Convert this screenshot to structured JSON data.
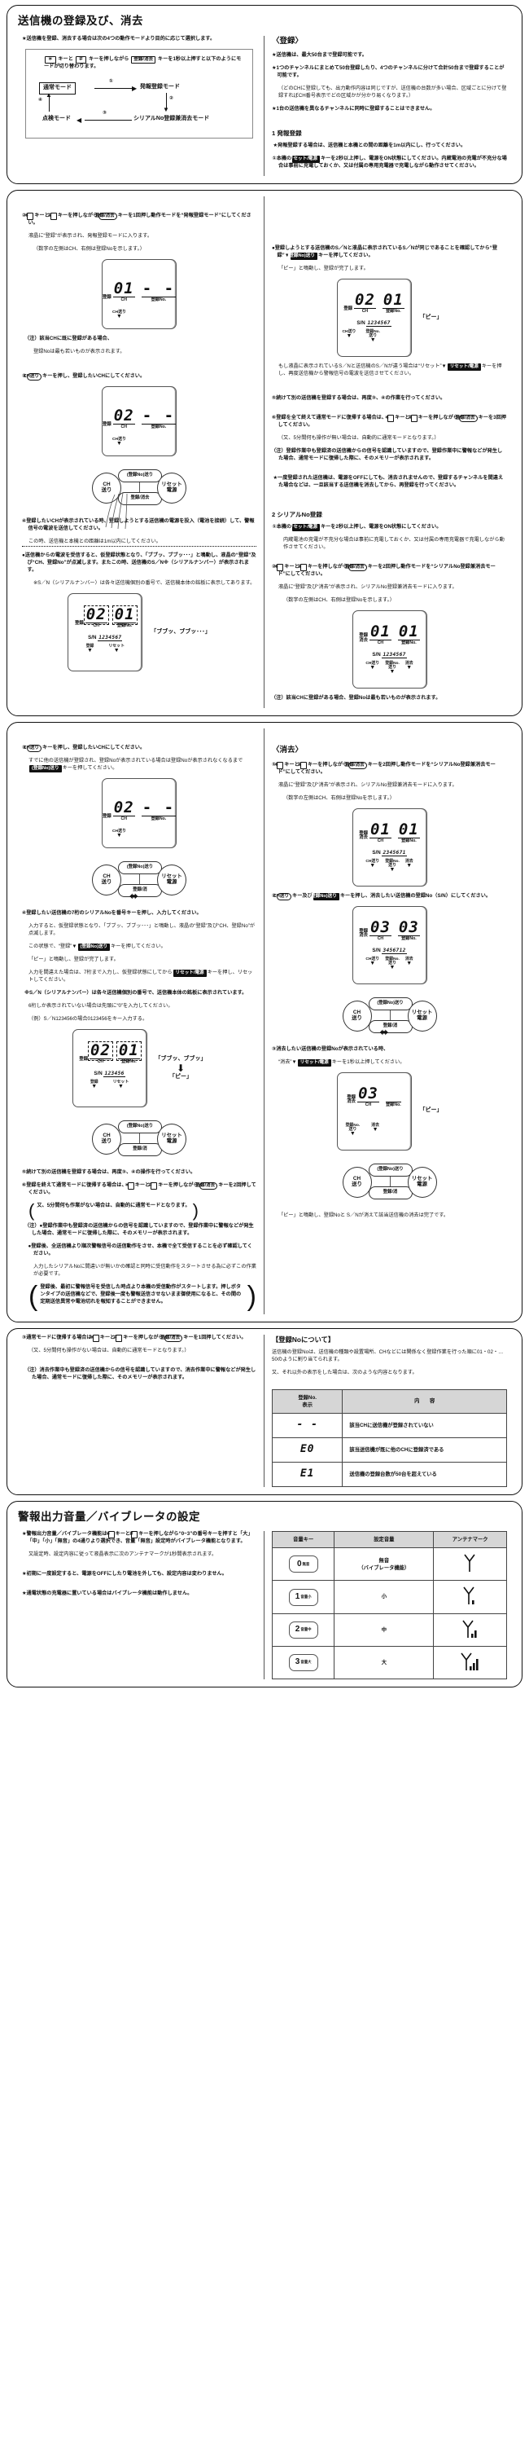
{
  "panel1": {
    "title": "送信機の登録及び、消去",
    "left": {
      "lead": "★送信機を登録、消去する場合は次の4つの動作モードより目的に応じて選択します。",
      "flow_text_1": "キーと",
      "flow_text_2": "キーを押しながら",
      "flow_text_3": "キーを1秒以上押すと以下のようにモードが切り替わります。",
      "keys": {
        "star": "＊",
        "hash": "＃",
        "reg_del": "登録/消去"
      },
      "nodes": {
        "normal": "通常モード",
        "report_reg": "発報登録モード",
        "serial_reg_del": "シリアルNo登録兼消去モード",
        "inspect": "点検モード"
      },
      "marks": {
        "n1": "①",
        "n2": "②",
        "n3": "③",
        "n4": "④"
      }
    },
    "right": {
      "head": "〈登録〉",
      "p1": "★送信機は、最大50台まで登録可能です。",
      "p2": "★1つのチャンネルにまとめて50台登録したり、4つのチャンネルに分けて合計50台まで登録することが可能です。",
      "p2b": "（どのCHに登録しても、出力動作内容は同じですが、送信機の台数が多い場合、区域ごとに分けて登録すればCH番号表示でどの区域かが分かり易くなります。）",
      "p3": "★1台の送信機を異なるチャンネルに同時に登録することはできません。",
      "sec1": "1 発報登録",
      "p4": "★発報登録する場合は、送信機と本機との間の距離を1m以内にし、行ってください。",
      "p5_a": "①本機の",
      "p5_key": "リセット/電源",
      "p5_b": "キーを2秒以上押し、電源をON状態にしてください。内蔵電池の充電が不充分な場合は事前に充電しておくか、又は付属の専用充電器で充電しながら動作させてください。"
    }
  },
  "panel2": {
    "left": {
      "step2_a": "②",
      "step2_key_star": "＊",
      "step2_b": "キーと",
      "step2_key_hash": "＃",
      "step2_c": "キーを押しながら",
      "step2_key_rd": "登録/消去",
      "step2_d": "キーを1回押し動作モードを“発報登録モード”にしてください。",
      "step2_e": "液晶に“登録”が表示され、発報登録モードに入ります。",
      "step2_f": "（数字の左側はCH、右側は登録Noを示します。）",
      "lcd1": {
        "tag": "登録",
        "ch": "01",
        "no": "- -",
        "ch_lbl": "CH",
        "no_lbl": "登録No.",
        "arrow1": "CH送り"
      },
      "note1_a": "（注）該当CHに既に登録がある場合、",
      "note1_b": "登録Noは最も若いものが表示されます。",
      "step3_a": "③",
      "step3_key": "CH送り",
      "step3_b": "キーを押し、登録したいCHにしてください。",
      "lcd2": {
        "tag": "登録",
        "ch": "02",
        "no": "- -",
        "ch_lbl": "CH",
        "no_lbl": "登録No.",
        "arrow1": "CH送り"
      },
      "pad": {
        "left": "CH\n送り",
        "top": "(登録No)送り",
        "bottom": "登録/消去",
        "right": "リセット\n電源"
      },
      "step4_a": "④登録したいCHが表示されている時、登録しようとする送信機の電源を投入（電池を接続）して、警報信号の電波を送信してください。",
      "step4_b": "この時、送信機と本機との距離は1m以内にしてください。",
      "step4_c": "●送信機からの電波を受信すると、仮登録状態となり、「ブブッ、ブブッ･･･」と鳴動し、液晶の“登録”及び“CH、登録No”が点滅します。またこの時、送信機のS／N※（シリアルナンバー）が表示されます。",
      "step4_d": "※S／N（シリアルナンバー）は各々送信機個別の番号で、送信機本体の銘板に表示してあります。",
      "lcd3": {
        "tag": "登録",
        "ch": "02",
        "no": "01",
        "ch_lbl": "CH",
        "no_lbl": "登録No.",
        "sn_lbl": "S/N",
        "sn": "1234567",
        "arrow1": "登録",
        "arrow2": "リセット",
        "beep": "「ブブッ、ブブッ･･･」"
      }
    },
    "right": {
      "c1_a": "●登録しようとする送信機のS／Nと液晶に表示されているS／Nが同じであることを確認してから“登録”▼",
      "c1_key": "(登録No)送り",
      "c1_b": "キーを押してください。",
      "c1_c": "「ピー」と鳴動し、登録が完了します。",
      "lcd4": {
        "tag": "登録",
        "ch": "02",
        "no": "01",
        "ch_lbl": "CH",
        "no_lbl": "登録No.",
        "sn_lbl": "S/N",
        "sn": "1234567",
        "arrow1": "CH送り",
        "arrow2": "登録No.\n送り",
        "beep": "「ピー」"
      },
      "c2_a": "もし液晶に表示されているS／Nと送信機のS／Nが違う場合は“リセット”▼",
      "c2_key": "リセット/電源",
      "c2_b": "キーを押し、再度送信機から警報信号の電波を送信させてください。",
      "c5": "⑤続けて別の送信機を登録する場合は、再度③、④の作業を行ってください。",
      "c6_a": "⑥登録を全て終えて通常モードに復帰する場合は、",
      "c6_k1": "＊",
      "c6_b": "キーと",
      "c6_k2": "＃",
      "c6_c": "キーを押しながら",
      "c6_k3": "登録/消去",
      "c6_d": "キーを3回押してください。",
      "c6_e": "（又、5分間何も操作が無い場合は、自動的に通常モードとなります。）",
      "c7": "（注）登録作業中も登録済の送信機からの信号を認識していますので、登録作業中に警報などが発生した場合、通常モードに復帰した際に、そのメモリーが表示されます。",
      "c8": "★一度登録された送信機は、電源をOFFにしても、消去されませんので、登録するチャンネルを間違えた場合などは、一旦該当する送信機を消去してから、再登録を行ってください。",
      "sec2": "2 シリアルNo登録",
      "d1_a": "①本機の",
      "d1_key": "リセット/電源",
      "d1_b": "キーを2秒以上押し、電源をON状態にしてください。",
      "d1_c": "内蔵電池の充電が不充分な場合は事前に充電しておくか、又は付属の専用充電器で充電しながら動作させてください。",
      "d2_a": "②",
      "d2_k1": "＊",
      "d2_b": "キーと",
      "d2_k2": "＃",
      "d2_c": "キーを押しながら",
      "d2_k3": "登録/消去",
      "d2_d": "キーを2回押し動作モードを“シリアルNo登録兼消去モード”にしてください。",
      "d2_e": "液晶に“登録”及び“消去”が表示され、シリアルNo登録兼消去モードに入ります。",
      "d2_f": "（数字の左側はCH、右側は登録Noを示します。）",
      "lcd5": {
        "tag1": "登録",
        "tag2": "消去",
        "ch": "01",
        "no": "01",
        "ch_lbl": "CH",
        "no_lbl": "登録No.",
        "sn_lbl": "S/N",
        "sn": "1234567",
        "arrow1": "CH送り",
        "arrow2": "登録No.\n送り",
        "arrow3": "消去"
      },
      "d3": "（注）該当CHに登録がある場合、登録Noは最も若いものが表示されます。"
    }
  },
  "panel3": {
    "left": {
      "e3_a": "③",
      "e3_key": "CH送り",
      "e3_b": "キーを押し、登録したいCHにしてください。",
      "e3_c": "すでに他の送信機が登録され、登録Noが表示されている場合は登録Noが表示されなくなるまで",
      "e3_key2": "(登録No)送り",
      "e3_d": "キーを押してください。",
      "lcd6": {
        "tag": "登録",
        "ch": "02",
        "no": "- -",
        "ch_lbl": "CH",
        "no_lbl": "登録No.",
        "arrow1": "CH送り"
      },
      "pad": {
        "left": "CH\n送り",
        "top": "(登録No)送り",
        "bottom": "登録/消",
        "right": "リセット\n電源"
      },
      "e4_a": "④登録したい送信機の7桁のシリアルNoを番号キーを押し、入力してください。",
      "e4_b": "入力すると、仮登録状態となり、「ブブッ、ブブッ･･･」と鳴動し、液晶の“登録”及び“CH、登録No”が点滅します。",
      "e4_c": "この状態で、“登録”▼",
      "e4_key": "(登録No)送り",
      "e4_d": "キーを押してください。",
      "e4_e": "「ピー」と鳴動し、登録が完了します。",
      "e4_f": "入力を間違えた場合は、7桁まで入力し、仮登録状態にしてから",
      "e4_key2": "リセット/電源",
      "e4_g": "キーを押し、リセットしてください。",
      "e4_h": "※S／N（シリアルナンバー）は各々送信機個別の番号で、送信機本体の銘板に表示されています。",
      "e4_i": "6桁しか表示されていない場合は先頭に“0”を入力してください。",
      "e4_j": "（例）S／N123456の場合0123456をキー入力する。",
      "lcd7": {
        "tag": "登録",
        "ch": "02",
        "no": "01",
        "ch_lbl": "CH",
        "no_lbl": "登録No.",
        "sn_lbl": "S/N",
        "sn": "123456",
        "arrow1": "登録",
        "arrow2": "リセット",
        "beep1": "「ブブッ、ブブッ」",
        "beep2": "「ピー」"
      },
      "e5": "⑤続けて別の送信機を登録する場合は、再度③、④の操作を行ってください。",
      "e6_a": "⑥登録を終えて通常モードに復帰する場合は、",
      "e6_k1": "＊",
      "e6_b": "キーと",
      "e6_k2": "＃",
      "e6_c": "キーを押しながら",
      "e6_k3": "登録/消去",
      "e6_d": "キーを2回押してください。",
      "e6_e": "又、5分間何も作業がない場合は、自動的に通常モードとなります。",
      "e7_a": "（注）●登録作業中も登録済の送信機からの信号を認識していますので、登録作業中に警報などが発生した場合、通常モードに復帰した際に、そのメモリーが表示されます。",
      "e7_b": "●登録後、全送信機より順次警報信号の送信動作をさせ、本機で全て受信することを必ず確認してください。",
      "e7_c": "入力したシリアルNoに間違いが無いかの確認と同時に受信動作をスタートさせる為に必ずこの作業が必要です。",
      "e8": "登録後、最初に警報信号を受信した時点より本機の受信動作がスタートします。押しボタンタイプの送信機などで、登録後一度も警報送信させないまま御使用になると、その間の定期送信異常や電池切れを報知することができません。"
    },
    "right": {
      "head": "〈消去〉",
      "f1_a": "①",
      "f1_k1": "＊",
      "f1_b": "キーと",
      "f1_k2": "＃",
      "f1_c": "キーを押しながら",
      "f1_k3": "登録/消去",
      "f1_d": "キーを2回押し動作モードを“シリアルNo登録兼消去モード”にしてください。",
      "f1_e": "液晶に“登録”及び“消去”が表示され、シリアルNo登録兼消去モードに入ります。",
      "f1_f": "（数字の左側はCH、右側は登録Noを示します。）",
      "lcd8": {
        "tag1": "登録",
        "tag2": "消去",
        "ch": "01",
        "no": "01",
        "ch_lbl": "CH",
        "no_lbl": "登録No.",
        "sn_lbl": "S/N",
        "sn": "2345671",
        "arrow1": "CH送り",
        "arrow2": "登録No.\n送り",
        "arrow3": "消去"
      },
      "f2_a": "②",
      "f2_key1": "CH送り",
      "f2_b": "キー及び",
      "f2_key2": "(登録No)送り",
      "f2_c": "キーを押し、消去したい送信機の登録No（S/N）にしてください。",
      "lcd9": {
        "tag1": "登録",
        "tag2": "消去",
        "ch": "03",
        "no": "03",
        "ch_lbl": "CH",
        "no_lbl": "登録No.",
        "sn_lbl": "S/N",
        "sn": "3456712",
        "arrow1": "CH送り",
        "arrow2": "登録No.\n送り",
        "arrow3": "消去"
      },
      "pad": {
        "left": "CH\n送り",
        "top": "(登録No)送り",
        "bottom": "登録/消",
        "right": "リセット\n電源"
      },
      "f3_a": "③消去したい送信機の登録Noが表示されている時、",
      "f3_b": "“消去”▼",
      "f3_key": "リセット/電源",
      "f3_c": "キーを1秒以上押してください。",
      "lcd10": {
        "tag1": "登録",
        "tag2": "消去",
        "ch": "03",
        "no": "",
        "ch_lbl": "CH",
        "no_lbl": "登録No.",
        "arrow1": "登録No.\n送り",
        "arrow2": "消去",
        "beep": "「ピー」"
      },
      "f4": "「ピー」と鳴動し、登録Noと S／Nが消えて該当送信機の消去は完了です。"
    }
  },
  "panel4": {
    "left": {
      "g1_a": "③通常モードに復帰する場合は",
      "g1_k1": "＊",
      "g1_b": "キーと",
      "g1_k2": "＃",
      "g1_c": "キーを押しながら",
      "g1_k3": "登録/消去",
      "g1_d": "キーを1回押してください。",
      "g1_e": "（又、5分間何も操作がない場合は、自動的に通常モードとなります。）",
      "g2": "（注）消去作業中も登録済の送信機からの信号を認識していますので、消去作業中に警報などが発生した場合、通常モードに復帰した際に、そのメモリーが表示されます。"
    },
    "right": {
      "head": "【登録Noについて】",
      "p1": "送信機の登録Noは、送信機の種類や設置場所、CHなどには関係なく登録作業を行った順に01・02・…50のように割り当てられます。",
      "p2": "又、それ以外の表示をした場合は、次のような内容となります。",
      "table": {
        "headers": [
          "登録No.\n表示",
          "内　　容"
        ],
        "rows": [
          {
            "code": "- -",
            "desc": "該当CHに送信機が登録されていない"
          },
          {
            "code": "E0",
            "desc": "該当送信機が既に他のCHに登録済である"
          },
          {
            "code": "E1",
            "desc": "送信機の登録台数が50台を超えている"
          }
        ]
      }
    }
  },
  "panel5": {
    "title": "警報出力音量／バイブレータの設定",
    "left": {
      "p1_a": "★警報出力音量／バイブレータ機能は",
      "p1_k1": "＊",
      "p1_b": "キーと",
      "p1_k2": "＃",
      "p1_c": "キーを押しながら“0~3”の番号キーを押すと「大」「中」「小」「無音」の4通りより選択でき、音量「無音」設定時がバイブレータ機能となります。",
      "p1_d": "又設定時、設定内容に従って液晶表示に次のアンテナマークが1秒間表示されます。",
      "p2": "★初期に一度設定すると、電源をOFFにしたり電池を外しても、設定内容は変わりません。",
      "p3": "★通電状態の充電器に置いている場合はバイブレータ機能は動作しません。"
    },
    "table": {
      "headers": [
        "音量キー",
        "設定音量",
        "アンテナマーク"
      ],
      "rows": [
        {
          "key_num": "0",
          "key_sub": "無音",
          "volume": "無音\n（バイブレータ機能）",
          "bars": 0
        },
        {
          "key_num": "1",
          "key_sub": "音量小",
          "volume": "小",
          "bars": 1
        },
        {
          "key_num": "2",
          "key_sub": "音量中",
          "volume": "中",
          "bars": 2
        },
        {
          "key_num": "3",
          "key_sub": "音量大",
          "volume": "大",
          "bars": 3
        }
      ]
    }
  }
}
